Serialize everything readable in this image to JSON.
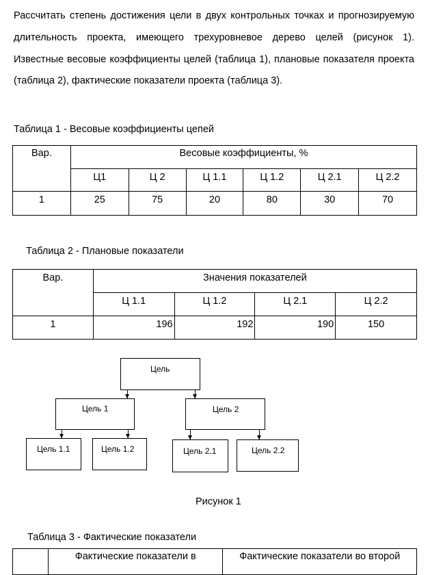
{
  "intro": "Рассчитать степень достижения цели в двух контрольных точках и прогнозируемую длительность проекта, имеющего трехуровневое дерево целей (рисунок 1). Известные весовые коэффициенты целей (таблица 1), плановые показателя проекта (таблица 2), фактические показатели проекта (таблица 3).",
  "table1": {
    "caption": "Таблица 1 - Весовые коэффициенты цепей",
    "var_header": "Вар.",
    "group_header": "Весовые коэффициенты, %",
    "columns": [
      "Ц1",
      "Ц 2",
      "Ц 1.1",
      "Ц 1.2",
      "Ц 2.1",
      "Ц 2.2"
    ],
    "row": {
      "var": "1",
      "values": [
        "25",
        "75",
        "20",
        "80",
        "30",
        "70"
      ]
    }
  },
  "table2": {
    "caption": "Таблица 2 - Плановые показатели",
    "var_header": "Вар.",
    "group_header": "Значения показателей",
    "columns": [
      "Ц 1.1",
      "Ц 1.2",
      "Ц 2.1",
      "Ц 2.2"
    ],
    "row": {
      "var": "1",
      "values": [
        "196",
        "192",
        "190",
        "150"
      ]
    }
  },
  "figure": {
    "root": "Цель",
    "level1": [
      "Цель 1",
      "Цель 2"
    ],
    "level2": [
      "Цель 1.1",
      "Цель 1.2",
      "Цель 2.1",
      "Цель 2.2"
    ],
    "caption": "Рисунок 1"
  },
  "table3": {
    "caption": "Таблица 3 - Фактические показатели",
    "col1": "Фактические показатели в",
    "col2": "Фактические показатели во второй"
  }
}
